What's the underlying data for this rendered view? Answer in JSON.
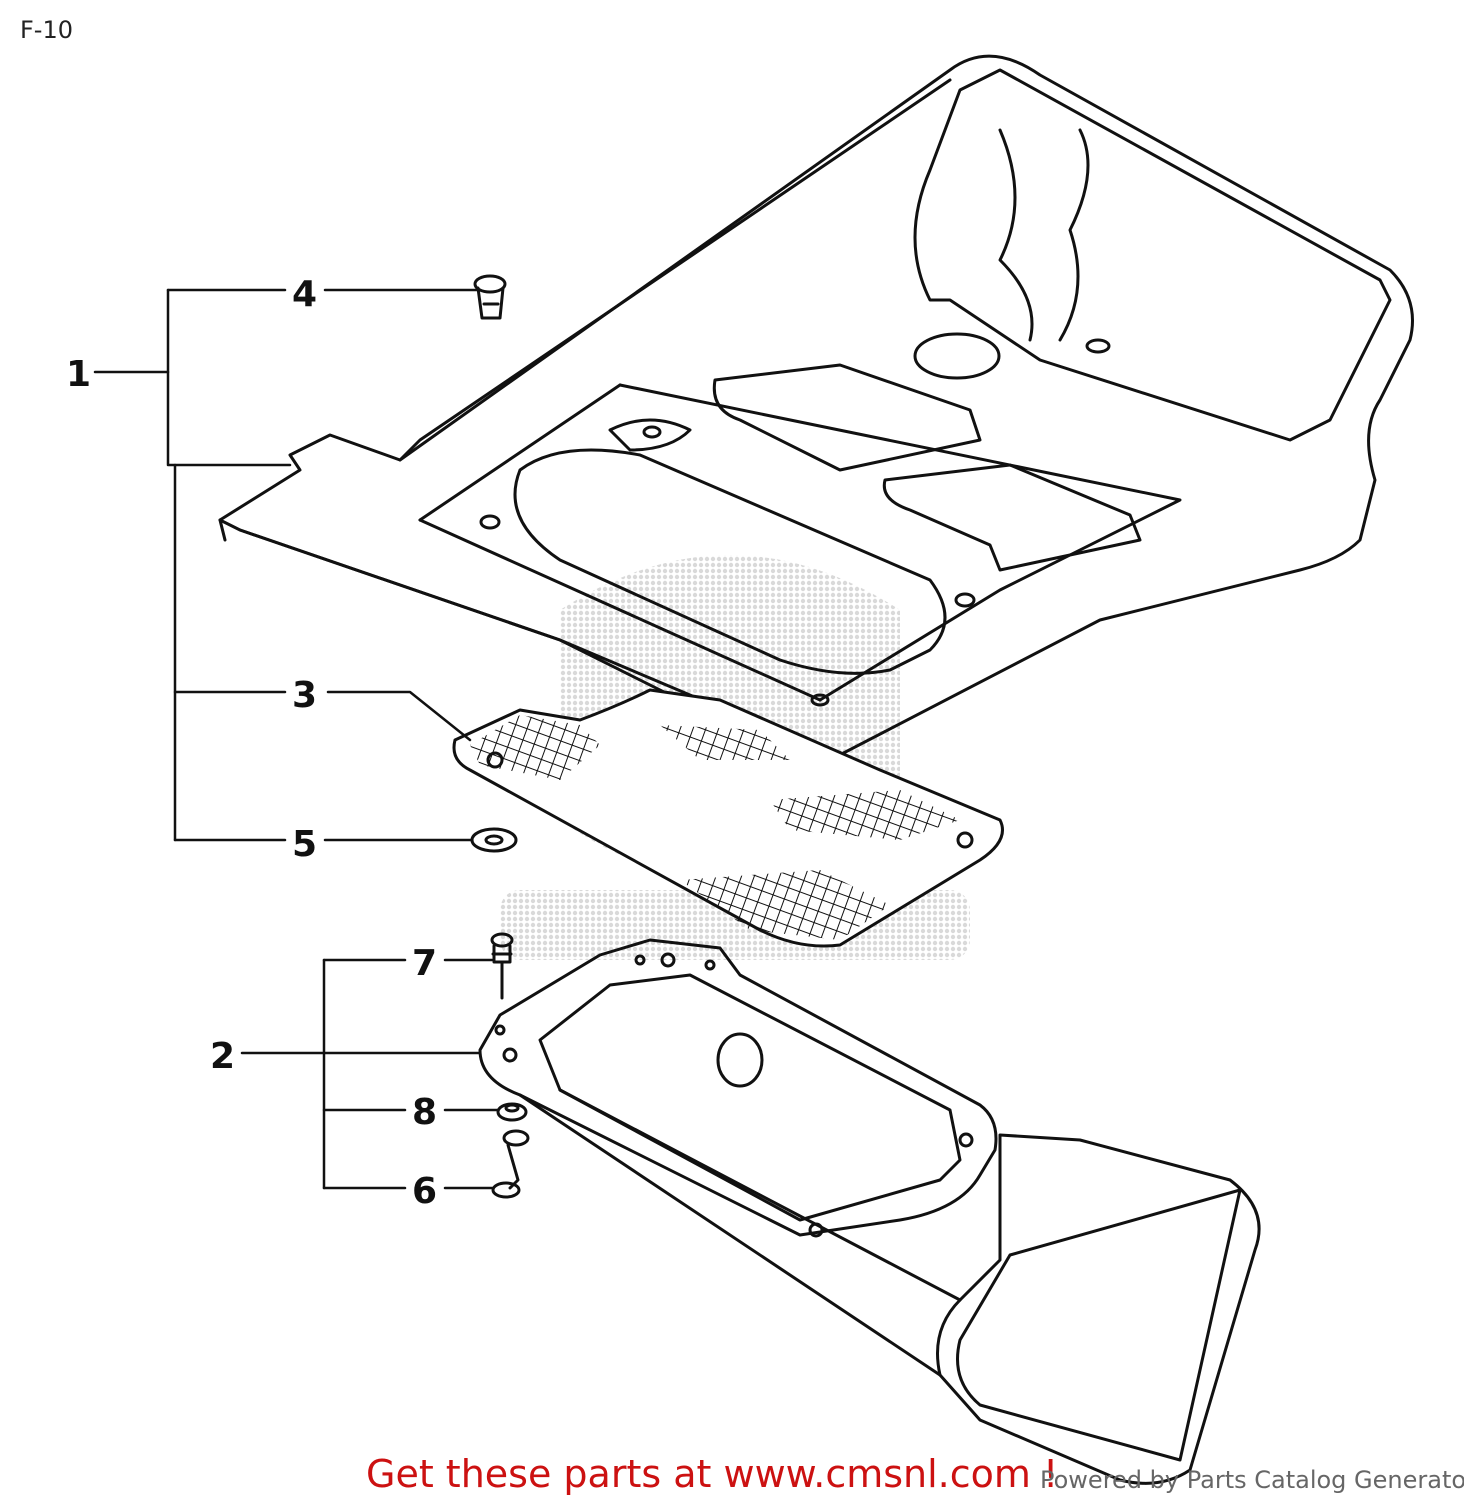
{
  "figure_code": "F-10",
  "callouts": [
    {
      "id": "1",
      "label": "1"
    },
    {
      "id": "2",
      "label": "2"
    },
    {
      "id": "3",
      "label": "3"
    },
    {
      "id": "4",
      "label": "4"
    },
    {
      "id": "5",
      "label": "5"
    },
    {
      "id": "6",
      "label": "6"
    },
    {
      "id": "7",
      "label": "7"
    },
    {
      "id": "8",
      "label": "8"
    }
  ],
  "footer": {
    "link_text": "Get these parts at www.cmsnl.com !",
    "credit_text": "Powered by Parts Catalog Generator"
  },
  "colors": {
    "line": "#111111",
    "link": "#cc1111",
    "credit": "#666666",
    "watermark": "#9a9a9a"
  }
}
